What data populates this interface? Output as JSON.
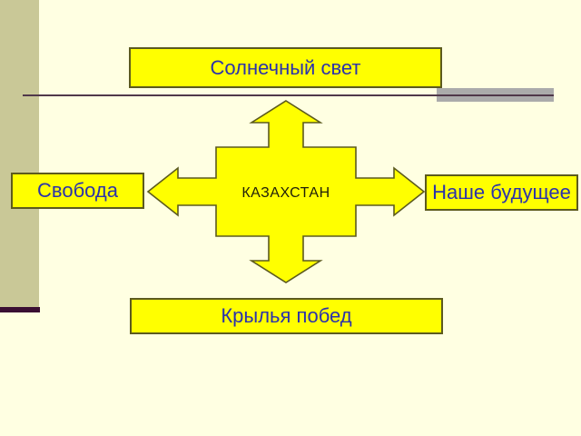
{
  "diagram": {
    "center": {
      "label": "КАЗАХСТАН"
    },
    "nodes": {
      "top": {
        "label": "Солнечный свет"
      },
      "left": {
        "label": "Свобода"
      },
      "right": {
        "label": "Наше будущее"
      },
      "bottom": {
        "label": "Крылья побед"
      }
    },
    "colors": {
      "background": "#FFFFE2",
      "shape_fill": "#FFFF00",
      "shape_border": "#5C5A1E",
      "label_text": "#2B32AB",
      "center_text": "#1F1F0A",
      "accent_bar": "#C9C897",
      "accent_dark_bar": "#3A0F33",
      "underline": "#50384A",
      "underline_shadow": "#ABABAB"
    }
  }
}
